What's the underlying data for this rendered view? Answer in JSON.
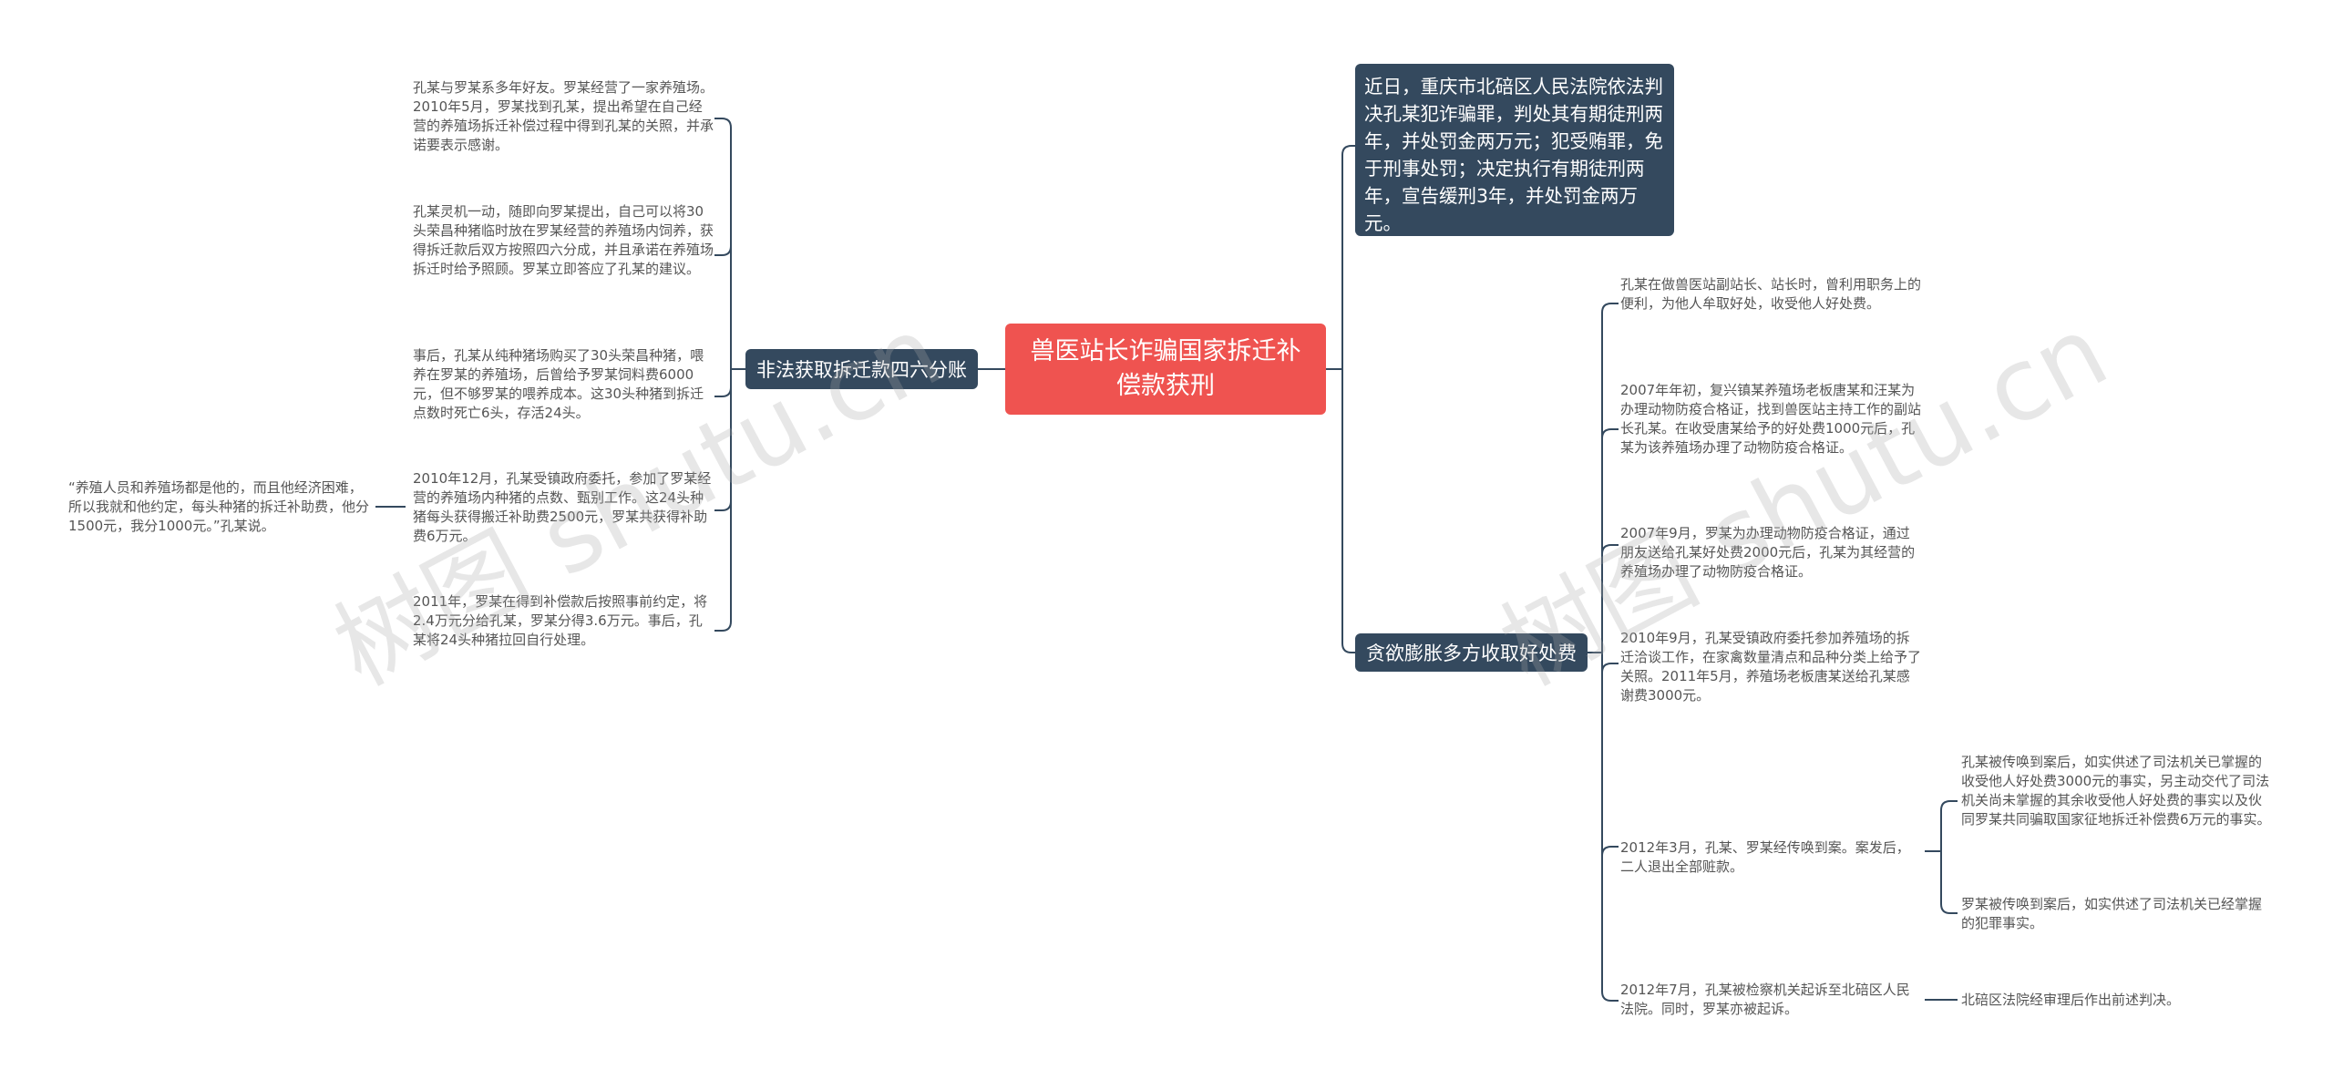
{
  "root": {
    "title": "兽医站长诈骗国家拆迁补偿款获刑"
  },
  "right_top": {
    "text": "近日，重庆市北碚区人民法院依法判决孔某犯诈骗罪，判处其有期徒刑两年，并处罚金两万元；犯受贿罪，免于刑事处罚；决定执行有期徒刑两年，宣告缓刑3年，并处罚金两万元。"
  },
  "left_branch": {
    "label": "非法获取拆迁款四六分账",
    "leaves": [
      "孔某与罗某系多年好友。罗某经营了一家养殖场。2010年5月，罗某找到孔某，提出希望在自己经营的养殖场拆迁补偿过程中得到孔某的关照，并承诺要表示感谢。",
      "孔某灵机一动，随即向罗某提出，自己可以将30头荣昌种猪临时放在罗某经营的养殖场内饲养，获得拆迁款后双方按照四六分成，并且承诺在养殖场拆迁时给予照顾。罗某立即答应了孔某的建议。",
      "事后，孔某从纯种猪场购买了30头荣昌种猪，喂养在罗某的养殖场，后曾给予罗某饲料费6000元，但不够罗某的喂养成本。这30头种猪到拆迁点数时死亡6头，存活24头。",
      "2010年12月，孔某受镇政府委托，参加了罗某经营的养殖场内种猪的点数、甄别工作。这24头种猪每头获得搬迁补助费2500元，罗某共获得补助费6万元。",
      "2011年，罗某在得到补偿款后按照事前约定，将2.4万元分给孔某，罗某分得3.6万元。事后，孔某将24头种猪拉回自行处理。"
    ],
    "sub_leaf": "“养殖人员和养殖场都是他的，而且他经济困难，所以我就和他约定，每头种猪的拆迁补助费，他分1500元，我分1000元。”孔某说。"
  },
  "right_branch": {
    "label": "贪欲膨胀多方收取好处费",
    "leaves": [
      "孔某在做兽医站副站长、站长时，曾利用职务上的便利，为他人牟取好处，收受他人好处费。",
      "2007年年初，复兴镇某养殖场老板唐某和汪某为办理动物防疫合格证，找到兽医站主持工作的副站长孔某。在收受唐某给予的好处费1000元后，孔某为该养殖场办理了动物防疫合格证。",
      "2007年9月，罗某为办理动物防疫合格证，通过朋友送给孔某好处费2000元后，孔某为其经营的养殖场办理了动物防疫合格证。",
      "2010年9月，孔某受镇政府委托参加养殖场的拆迁洽谈工作，在家禽数量清点和品种分类上给予了关照。2011年5月，养殖场老板唐某送给孔某感谢费3000元。",
      "2012年3月，孔某、罗某经传唤到案。案发后，二人退出全部赃款。",
      "2012年7月，孔某被检察机关起诉至北碚区人民法院。同时，罗某亦被起诉。"
    ],
    "sub_leaves_a": [
      "孔某被传唤到案后，如实供述了司法机关已掌握的收受他人好处费3000元的事实，另主动交代了司法机关尚未掌握的其余收受他人好处费的事实以及伙同罗某共同骗取国家征地拆迁补偿费6万元的事实。",
      "罗某被传唤到案后，如实供述了司法机关已经掌握的犯罪事实。"
    ],
    "sub_leaf_b": "北碚区法院经审理后作出前述判决。"
  },
  "watermarks": [
    "树图 shutu.cn",
    "树图 shutu.cn"
  ],
  "colors": {
    "root": "#ef5350",
    "branch": "#34495e",
    "line": "#34495e",
    "text": "#555555"
  }
}
